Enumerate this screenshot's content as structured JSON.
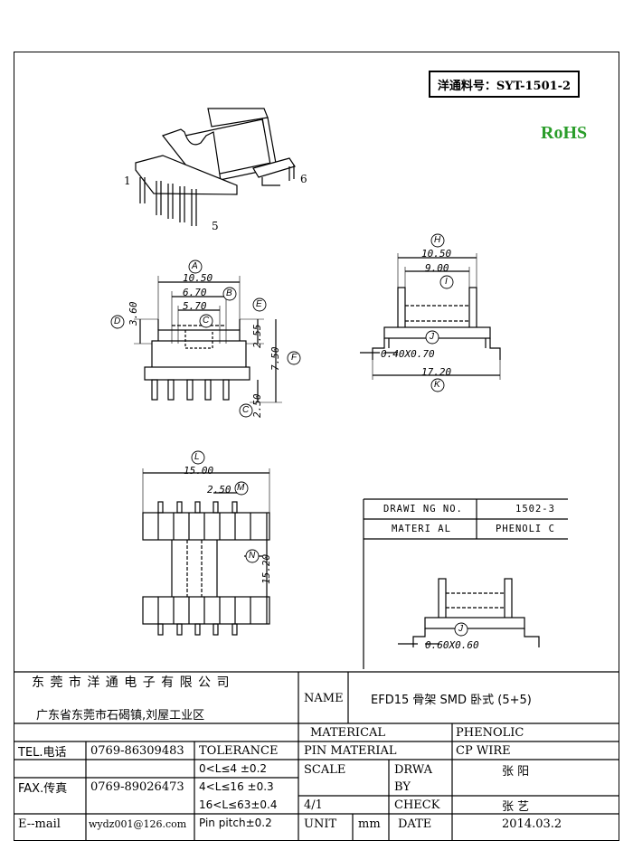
{
  "part_no": "洋通料号：SYT-1501-2",
  "rohs": "RoHS",
  "pins": {
    "left": "1",
    "right": "6",
    "bottom": "5"
  },
  "dims": {
    "A": "A",
    "B": "B",
    "C": "C",
    "D": "D",
    "E": "E",
    "F": "F",
    "H": "H",
    "I": "I",
    "J": "J",
    "K": "K",
    "L": "L",
    "M": "M",
    "N": "N",
    "a_val": "10.50",
    "b_val": "6.70",
    "c_val": "5.70",
    "d_val": "3.60",
    "e_val": "2.55",
    "f_val": "7.50",
    "c2_val": "2.50",
    "h_val": "10.50",
    "i_val": "9.00",
    "j_val": "0.40X0.70",
    "k_val": "17.20",
    "l_val": "15.00",
    "m_val": "2.50",
    "n_val": "15.20",
    "j2_val": "0.60X0.60"
  },
  "inner_table": {
    "drawing_no_label": "DRAWI NG NO.",
    "drawing_no_value": "1502-3",
    "material_label": "MATERI AL",
    "material_value": "PHENOLI C"
  },
  "title_block": {
    "company_cn": "东 莞 市 洋 通 电 子 有 限 公 司",
    "address_cn": "广东省东莞市石碣镇,刘屋工业区",
    "name_label": "NAME",
    "name_value": "EFD15  骨架 SMD 卧式  (5+5)",
    "materical_label": "MATERICAL",
    "materical_value": "PHENOLIC",
    "tel_label": "TEL.电话",
    "tel_value": "0769-86309483",
    "tolerance_label": "TOLERANCE",
    "pin_material_label": "PIN MATERIAL",
    "pin_material_value": "CP WIRE",
    "fax_label": "FAX.传真",
    "fax_value": "0769-89026473",
    "tol1": "0<L≤4   ±0.2",
    "tol2": "4<L≤16  ±0.3",
    "tol3": "16<L≤63±0.4",
    "tol4": "Pin pitch±0.2",
    "scale_label": "SCALE",
    "scale_value": "4/1",
    "drawn_label_1": "DRWA",
    "drawn_label_2": "BY",
    "drawn_value": "张 阳",
    "check_label": "CHECK",
    "check_value": "张 艺",
    "email_label": "E--mail",
    "email_value": "wydz001@126.com",
    "unit_label": "UNIT",
    "unit_value": "mm",
    "date_label": "DATE",
    "date_value": "2014.03.2"
  }
}
